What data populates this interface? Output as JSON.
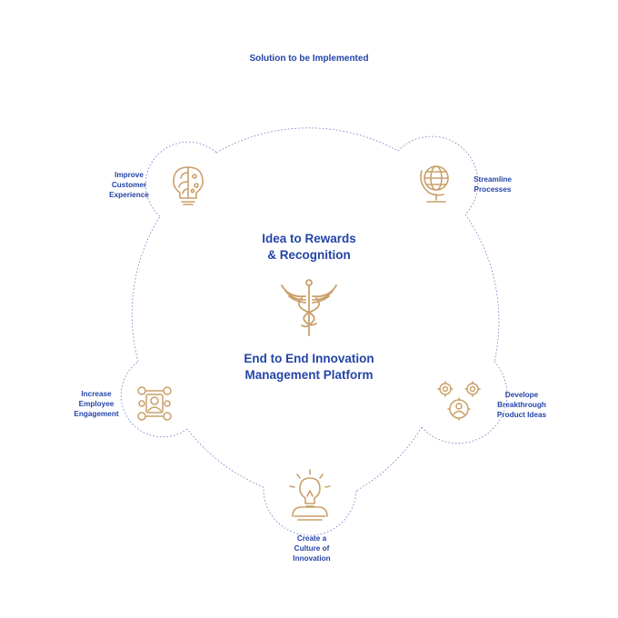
{
  "header": {
    "title": "Solution to be Implemented"
  },
  "center": {
    "line1": "Idea to Rewards",
    "line2": "& Recognition",
    "line3": "End to End Innovation",
    "line4": "Management Platform"
  },
  "nodes": [
    {
      "id": "improve",
      "label": "Improve\nCustomer\nExperience",
      "icon": "brain-bulb-icon"
    },
    {
      "id": "streamline",
      "label": "Streamline\nProcesses",
      "icon": "globe-icon"
    },
    {
      "id": "develope",
      "label": "Develope\nBreakthrough\nProduct Ideas",
      "icon": "gears-person-icon"
    },
    {
      "id": "culture",
      "label": "Create a\nCulture of\nInnovation",
      "icon": "lightbulb-gear-icon"
    },
    {
      "id": "engagement",
      "label": "Increase\nEmployee\nEngagement",
      "icon": "people-network-icon"
    }
  ],
  "colors": {
    "text": "#2444a8",
    "icon": "#c9a06a",
    "ring": "#6b7fc4"
  }
}
